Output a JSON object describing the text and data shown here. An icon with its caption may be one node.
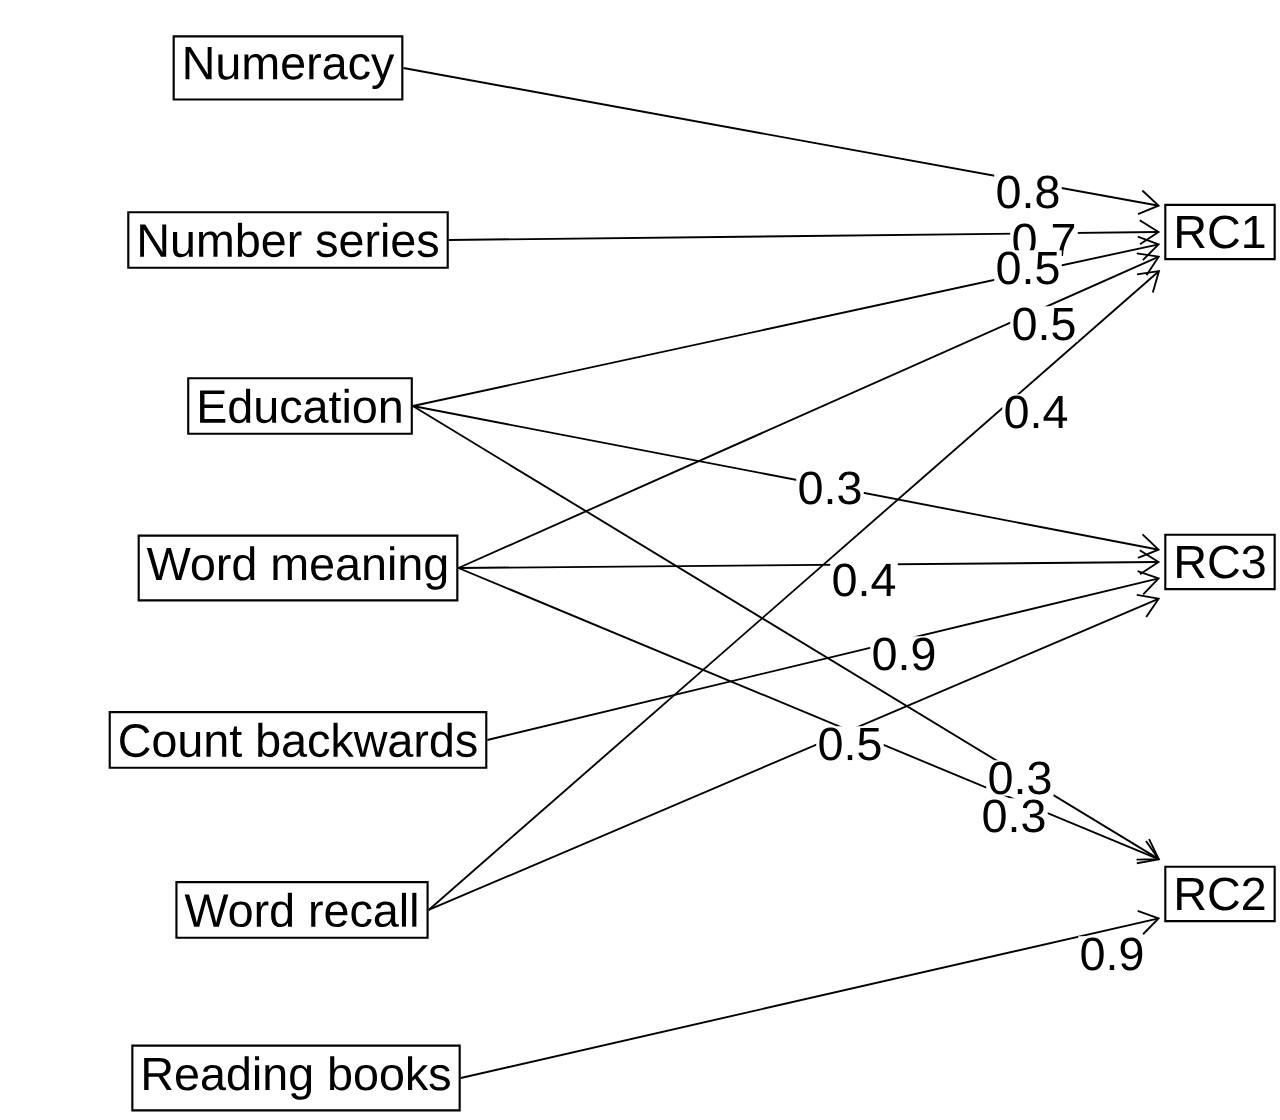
{
  "diagram": {
    "nodes": [
      {
        "text": [
          "Numeracy"
        ]
      },
      {
        "text": [
          "Number series"
        ]
      },
      {
        "text": [
          "Education"
        ]
      },
      {
        "text": [
          "Word meaning"
        ]
      },
      {
        "text": [
          "Count backwards"
        ]
      },
      {
        "text": [
          "Word recall"
        ]
      },
      {
        "text": [
          "Reading books"
        ]
      },
      {
        "text": [
          "RC1"
        ]
      },
      {
        "text": [
          "RC3"
        ]
      },
      {
        "text": [
          "RC2"
        ]
      }
    ],
    "edges": [
      {
        "from": 0,
        "to": 7,
        "arrow": "to",
        "label": "0.8"
      },
      {
        "from": 1,
        "to": 7,
        "arrow": "to",
        "label": "0.7"
      },
      {
        "from": 2,
        "to": 7,
        "arrow": "to",
        "label": "0.5"
      },
      {
        "from": 2,
        "to": 8,
        "arrow": "to",
        "label": "0.3"
      },
      {
        "from": 2,
        "to": 9,
        "arrow": "to",
        "label": "0.3"
      },
      {
        "from": 3,
        "to": 7,
        "arrow": "to",
        "label": "0.5"
      },
      {
        "from": 3,
        "to": 8,
        "arrow": "to",
        "label": "0.4"
      },
      {
        "from": 3,
        "to": 9,
        "arrow": "to",
        "label": "0.3"
      },
      {
        "from": 4,
        "to": 8,
        "arrow": "to",
        "label": "0.9"
      },
      {
        "from": 5,
        "to": 7,
        "arrow": "to",
        "label": "0.4"
      },
      {
        "from": 5,
        "to": 8,
        "arrow": "to",
        "label": "0.5"
      },
      {
        "from": 6,
        "to": 9,
        "arrow": "to",
        "label": "0.9"
      }
    ]
  }
}
